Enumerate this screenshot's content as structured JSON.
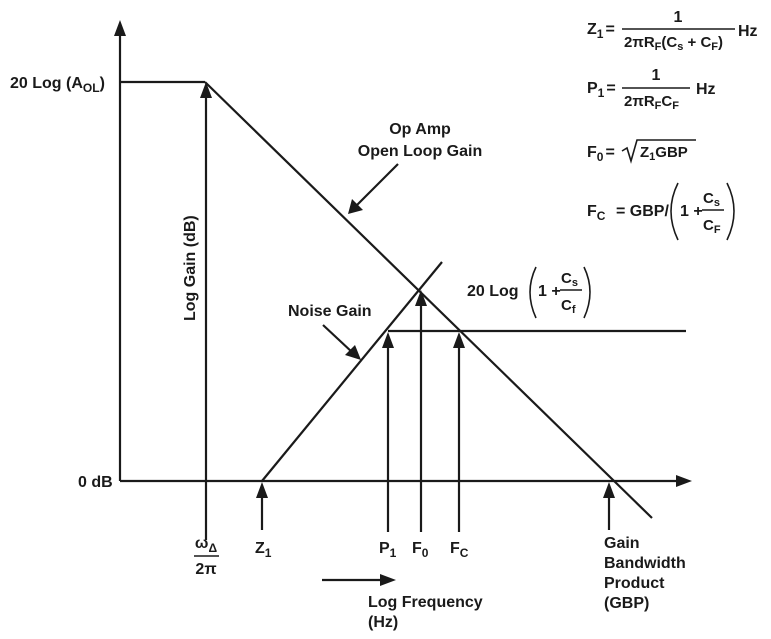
{
  "labels": {
    "aol_level": "20 Log (A",
    "aol_sub": "OL",
    "aol_close": ")",
    "zero_db": "0 dB",
    "y_axis": "Log Gain (dB)",
    "opamp_line1": "Op Amp",
    "opamp_line2": "Open Loop Gain",
    "noise_gain": "Noise Gain",
    "plateau_prefix": "20 Log",
    "plateau_one_plus": "1 +",
    "plateau_num": "C",
    "plateau_num_sub": "s",
    "plateau_den": "C",
    "plateau_den_sub": "f",
    "x_axis_line1": "Log Frequency",
    "x_axis_line2": "(Hz)",
    "gbp_line1": "Gain",
    "gbp_line2": "Bandwidth",
    "gbp_line3": "Product",
    "gbp_line4": "(GBP)"
  },
  "ticks": {
    "omega_num": "ω",
    "omega_sub": "Δ",
    "omega_den": "2π",
    "z1": "Z",
    "z1_sub": "1",
    "p1": "P",
    "p1_sub": "1",
    "f0": "F",
    "f0_sub": "0",
    "fc": "F",
    "fc_sub": "C"
  },
  "equations": {
    "z1_lhs": "Z",
    "z1_lhs_sub": "1",
    "z1_num": "1",
    "z1_den_a": "2πR",
    "z1_den_a_sub": "F",
    "z1_den_b": "(C",
    "z1_den_b_sub": "s",
    "z1_den_c": " + C",
    "z1_den_c_sub": "F",
    "z1_den_d": ")",
    "hz": "Hz",
    "p1_lhs": "P",
    "p1_lhs_sub": "1",
    "p1_num": "1",
    "p1_den_a": "2πR",
    "p1_den_a_sub": "F",
    "p1_den_b": "C",
    "p1_den_b_sub": "F",
    "f0_lhs": "F",
    "f0_lhs_sub": "0",
    "f0_rad": "Z",
    "f0_rad_sub": "1",
    "f0_rad_rest": "GBP",
    "fc_lhs": "F",
    "fc_lhs_sub": "C",
    "fc_rhs": "= GBP/",
    "fc_one_plus": "1 +",
    "fc_num": "C",
    "fc_num_sub": "s",
    "fc_den": "C",
    "fc_den_sub": "F",
    "equals": "="
  }
}
